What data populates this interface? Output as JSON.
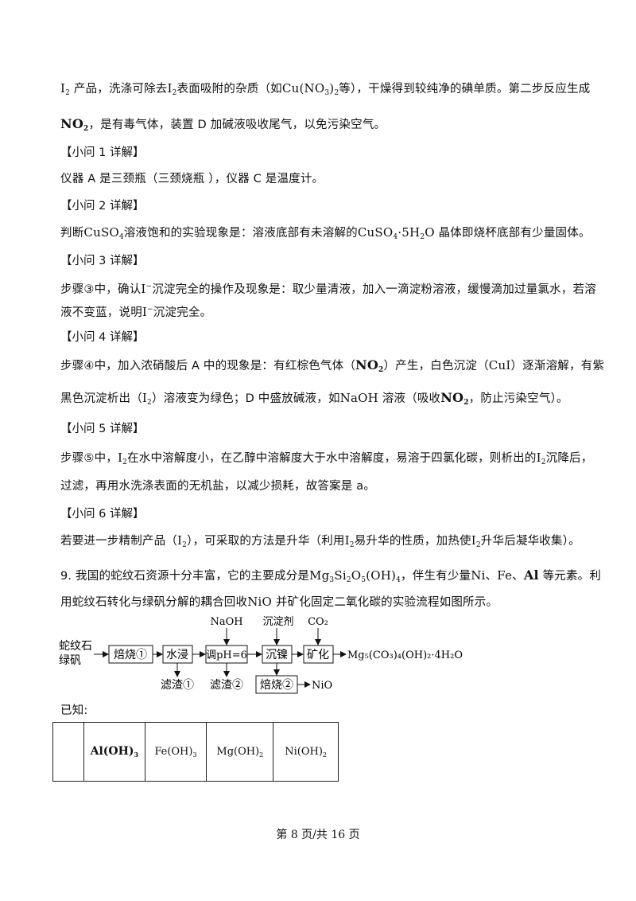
{
  "lines": {
    "l1": {
      "a": "产品，洗涤可除去",
      "b": "表面吸附的杂质（如",
      "c": "等），干燥得到较纯净的碘单质。第二步反应生成"
    },
    "l2": {
      "a": "，是有毒气体，装置 D 加碱液吸收尾气，以免污染空气。"
    },
    "h1": "【小问 1 详解】",
    "l3": "仪器 A 是三颈瓶（三颈烧瓶 ），仪器 C 是温度计。",
    "h2": "【小问 2 详解】",
    "l4": {
      "a": "判断",
      "b": "溶液饱和的实验现象是：溶液底部有未溶解的",
      "c": "晶体即烧杯底部有少量固体。"
    },
    "h3": "【小问 3 详解】",
    "l5": {
      "a": "步骤③中，确认",
      "b": "沉淀完全的操作及现象是：取少量清液，加入一滴淀粉溶液，缓慢滴加过量氯水，若溶"
    },
    "l6": {
      "a": "液不变蓝，说明",
      "b": "沉淀完全。"
    },
    "h4": "【小问 4 详解】",
    "l7": {
      "a": "步骤④中，加入浓硝酸后 A 中的现象是：有红棕色气体（",
      "b": "）产生，白色沉淀（",
      "c": "）逐渐溶解，有紫"
    },
    "l8": {
      "a": "黑色沉淀析出（",
      "b": "）溶液变为绿色；D 中盛放碱液，如",
      "c": "溶液（吸收",
      "d": "，防止污染空气）。"
    },
    "h5": "【小问 5 详解】",
    "l9": {
      "a": "步骤⑤中，",
      "b": "在水中溶解度小，在乙醇中溶解度大于水中溶解度，易溶于四氯化碳，则析出的",
      "c": "沉降后，"
    },
    "l10": "过滤，再用水洗涤表面的无机盐，以减少损耗，故答案是 a。",
    "h6": "【小问 6 详解】",
    "l11": {
      "a": "若要进一步精制产品（",
      "b": "），可采取的方法是升华（利用",
      "c": "易升华的性质，加热使",
      "d": "升华后凝华收集）。"
    },
    "l12": {
      "a": "9. 我国的蛇纹石资源十分丰富，它的主要成分是",
      "b": "，伴生有少量",
      "c": "、",
      "d": "、",
      "e": "等元素。利"
    },
    "l13": {
      "a": "用蛇纹石转化与绿矾分解的耦合回收",
      "b": "并矿化固定二氧化碳的实验流程如图所示。"
    },
    "known": "已知:"
  },
  "formulas": {
    "I": "I",
    "two": "2",
    "Cu": "Cu",
    "NO": "NO",
    "CuSO": "CuSO",
    "four": "4",
    "dot5H": "·5H",
    "O": "O",
    "minus": "−",
    "CuI": "CuI",
    "NaOH": "NaOH",
    "Mg": "Mg",
    "three": "3",
    "Si": "Si",
    "five": "5",
    "OH": "(OH)",
    "Ni": "Ni",
    "Fe": "Fe",
    "Al": "Al",
    "NiO": "NiO"
  },
  "flow": {
    "start1": "蛇纹石",
    "start2": "绿矾",
    "box1": "焙烧①",
    "box2": "水浸",
    "box3": "调pH=6",
    "box4": "沉镍",
    "box5": "矿化",
    "box6": "焙烧②",
    "in1": "NaOH",
    "in2": "沉淀剂",
    "in3": "CO₂",
    "out1": "滤渣①",
    "out2": "滤渣②",
    "product": "Mg₅(CO₃)₄(OH)₂·4H₂O",
    "nio": "NiO"
  },
  "table": {
    "c2": {
      "base": "Al(OH)",
      "sub": "3"
    },
    "c3": {
      "base": "Fe(OH)",
      "sub": "3"
    },
    "c4": {
      "base": "Mg(OH)",
      "sub": "2"
    },
    "c5": {
      "base": "Ni(OH)",
      "sub": "2"
    }
  },
  "footer": "第 8 页/共 16 页"
}
